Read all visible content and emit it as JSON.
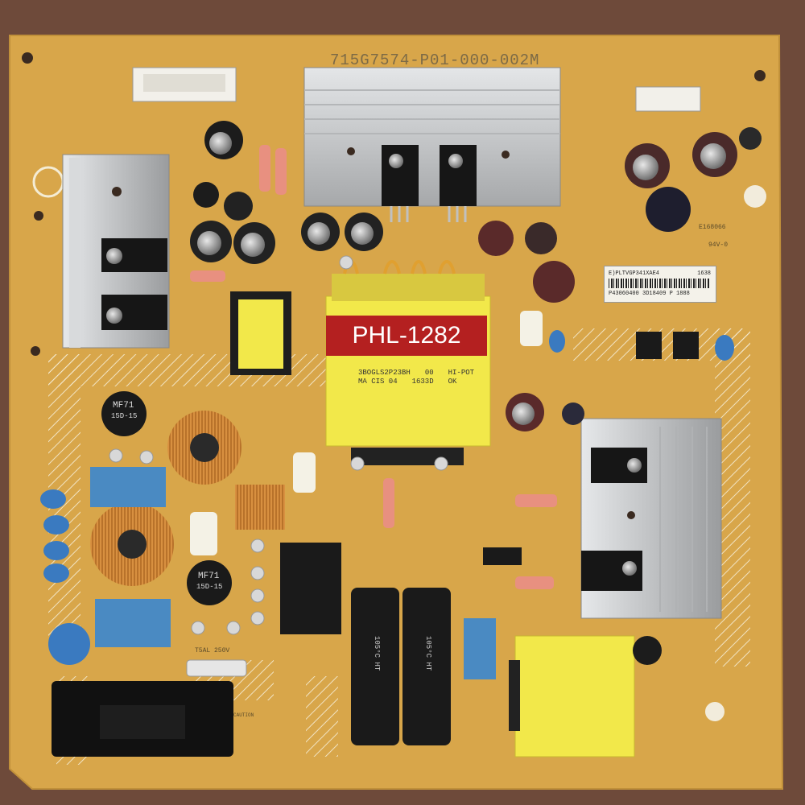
{
  "board": {
    "part_number": "715G7574-P01-000-002M",
    "sticker_label": "PHL-1282",
    "barcode_label": {
      "line1": "E)PLTVGP341XAE4",
      "number": "1638",
      "line2": "P43060400 3D18409 P 1888"
    },
    "transformer_print": {
      "col1": "3BOGLS2P23BH",
      "col1b": "MA   CIS 04",
      "col2": "00",
      "col2b": "1633D",
      "col3": "HI-POT",
      "col3b": "OK"
    },
    "rating_marks": [
      "E168066",
      "94V-0"
    ],
    "thermistor_label": "MF71",
    "thermistor_rating": "15D-15",
    "fuse_label": "T5AL 250V",
    "caution_text": "CAUTION",
    "cap_marks": "105°C HT"
  },
  "colors": {
    "pcb": "#d8a64a",
    "background": "#6e4a3a",
    "heatsink": "#c8cacc",
    "sticker": "#b42020",
    "transformer_tape": "#f2e84a"
  }
}
